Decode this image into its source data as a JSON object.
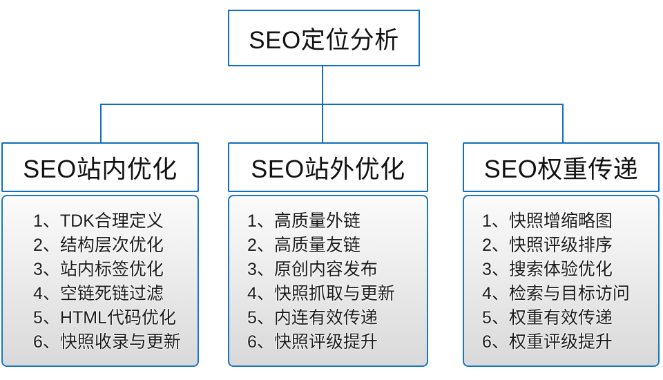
{
  "diagram": {
    "root": {
      "label": "SEO定位分析"
    },
    "columns": [
      {
        "header": "SEO站内优化",
        "items": [
          "1、TDK合理定义",
          "2、结构层次优化",
          "3、站内标签优化",
          "4、空链死链过滤",
          "5、HTML代码优化",
          "6、快照收录与更新"
        ]
      },
      {
        "header": "SEO站外优化",
        "items": [
          "1、高质量外链",
          "2、高质量友链",
          "3、原创内容发布",
          "4、快照抓取与更新",
          "5、内连有效传递",
          "6、快照评级提升"
        ]
      },
      {
        "header": "SEO权重传递",
        "items": [
          "1、快照增缩略图",
          "2、快照评级排序",
          "3、搜索体验优化",
          "4、检索与目标访问",
          "5、权重有效传递",
          "6、权重评级提升"
        ]
      }
    ],
    "colors": {
      "border_blue": "#0f6fc0",
      "connector_blue": "#0f6fc0",
      "text_dark": "#131313",
      "panel_gradient_top": "#fbfbfb",
      "panel_gradient_bottom": "#d9d9d9",
      "background": "#ffffff"
    }
  }
}
